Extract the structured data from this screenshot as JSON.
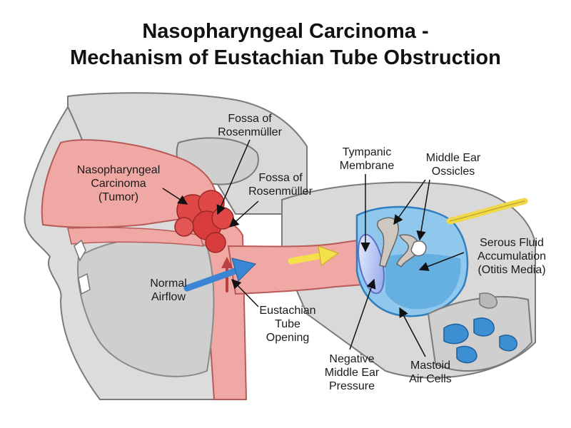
{
  "title": {
    "line1": "Nasopharyngeal Carcinoma -",
    "line2": "Mechanism of Eustachian Tube Obstruction"
  },
  "labels": {
    "fossa_top": [
      "Fossa of",
      "Rosenmüller"
    ],
    "fossa_side": [
      "Fossa of",
      "Rosenmüller"
    ],
    "carcinoma": [
      "Nasopharyngeal",
      "Carcinoma",
      "(Tumor)"
    ],
    "normal_airflow": [
      "Normal",
      "Airflow"
    ],
    "eustachian_opening": [
      "Eustachian",
      "Tube",
      "Opening"
    ],
    "tympanic_membrane": [
      "Tympanic",
      "Membrane"
    ],
    "ossicles": [
      "Middle Ear",
      "Ossicles"
    ],
    "serous_fluid": [
      "Serous Fluid",
      "Accumulation",
      "(Otitis Media)"
    ],
    "negative_pressure": [
      "Negative",
      "Middle Ear",
      "Pressure"
    ],
    "mastoid": [
      "Mastoid",
      "Air Cells"
    ]
  },
  "colors": {
    "tissue": "#f0a8a4",
    "tissue_stroke": "#b85a58",
    "bone": "#d9d9d9",
    "bone_stroke": "#7a7a7a",
    "tumor": "#e04848",
    "fluid": "#8fc8ec",
    "fluid_stroke": "#2f7fc0",
    "airflow_arrow": "#3a86d4",
    "pressure_arrow": "#f4e04a",
    "nerve": "#f0d84a"
  }
}
